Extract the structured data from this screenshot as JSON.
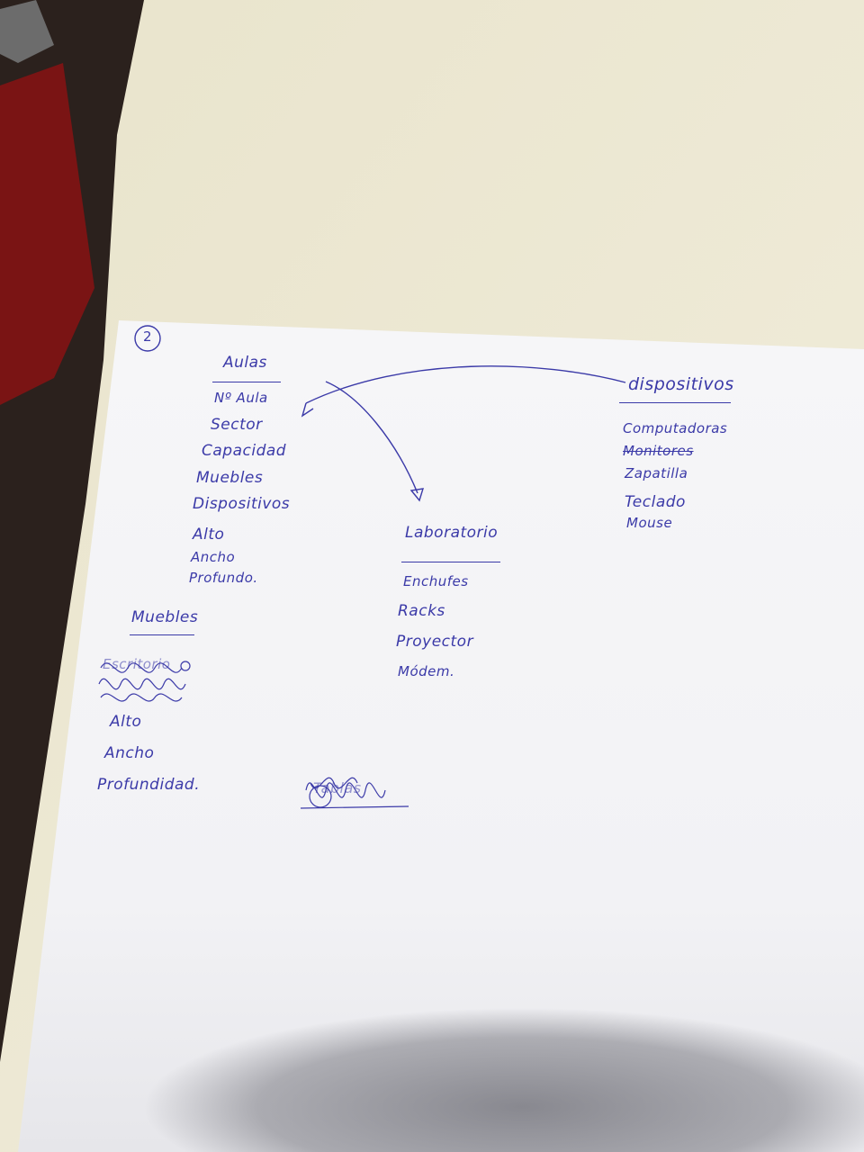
{
  "colors": {
    "ink": "#3b3aa8",
    "paper": "#f7f7f9",
    "table": "#ece6cf",
    "background": "#2a201c",
    "chair": "#7a1414"
  },
  "page_number": "2",
  "aulas": {
    "title": "Aulas",
    "fields": [
      "Nº Aula",
      "Sector",
      "Capacidad",
      "Muebles",
      "Dispositivos",
      "Alto",
      "Ancho",
      "Profundo."
    ]
  },
  "dispositivos": {
    "title": "dispositivos",
    "fields": [
      "Computadoras",
      "Monitores",
      "Zapatilla",
      "Teclado",
      "Mouse"
    ],
    "struck_field": "Monitores"
  },
  "laboratorio": {
    "title": "Laboratorio",
    "fields": [
      "Enchufes",
      "Racks",
      "Proyector",
      "Módem."
    ]
  },
  "muebles": {
    "title": "Muebles",
    "scribbled": "Escritorio",
    "fields": [
      "Alto",
      "Ancho",
      "Profundidad."
    ]
  },
  "scribbled_word": "Tablas"
}
